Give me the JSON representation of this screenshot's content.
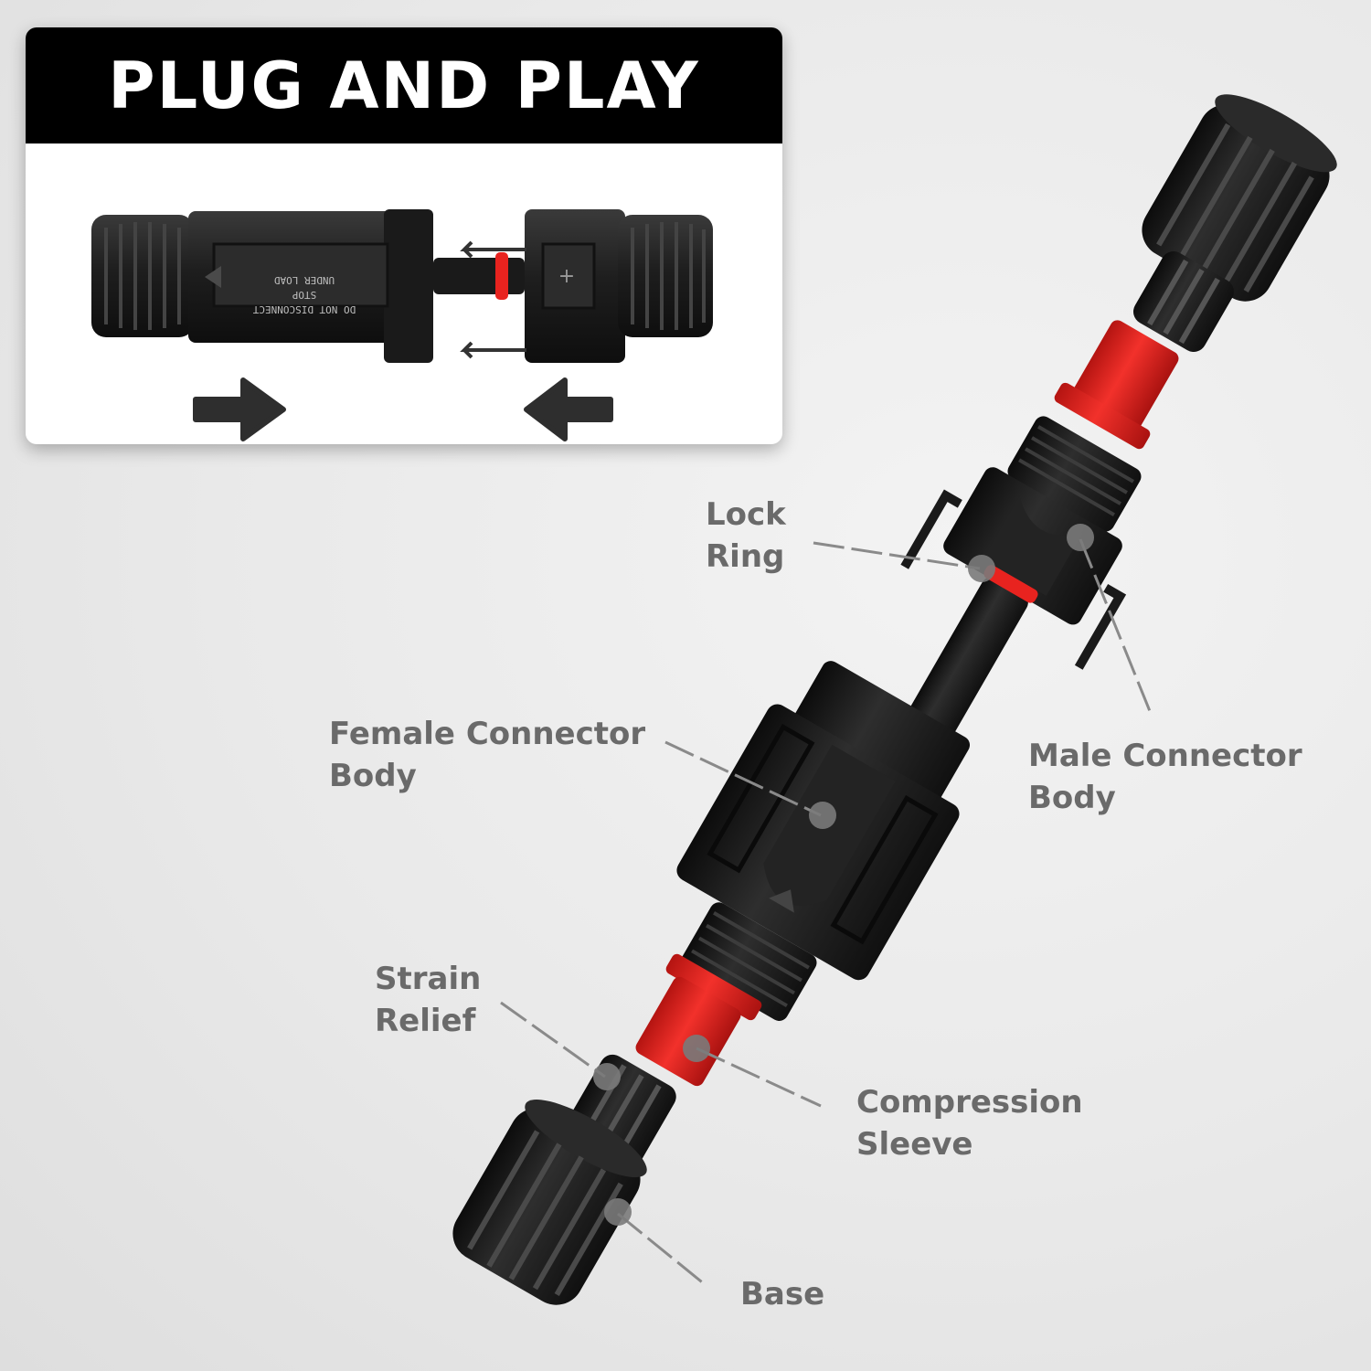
{
  "header": {
    "title": "PLUG AND PLAY"
  },
  "connector_markings": {
    "line1": "UNDER LOAD",
    "line2": "STOP",
    "line3": "DO NOT DISCONNECT",
    "polarity": "+"
  },
  "labels": {
    "lock_ring": [
      "Lock",
      "Ring"
    ],
    "female_connector_body": [
      "Female Connector",
      "Body"
    ],
    "male_connector_body": [
      "Male Connector",
      "Body"
    ],
    "strain_relief": [
      "Strain",
      "Relief"
    ],
    "compression_sleeve": [
      "Compression",
      "Sleeve"
    ],
    "base": [
      "Base"
    ]
  },
  "colors": {
    "header_bg": "#000000",
    "header_text": "#ffffff",
    "label_text": "#6a6a6a",
    "part_black": "#1c1c1c",
    "seal_red": "#e8231f",
    "leader_line": "#8a8a8a"
  },
  "icons": [
    "arrow-right-icon",
    "arrow-left-icon"
  ]
}
